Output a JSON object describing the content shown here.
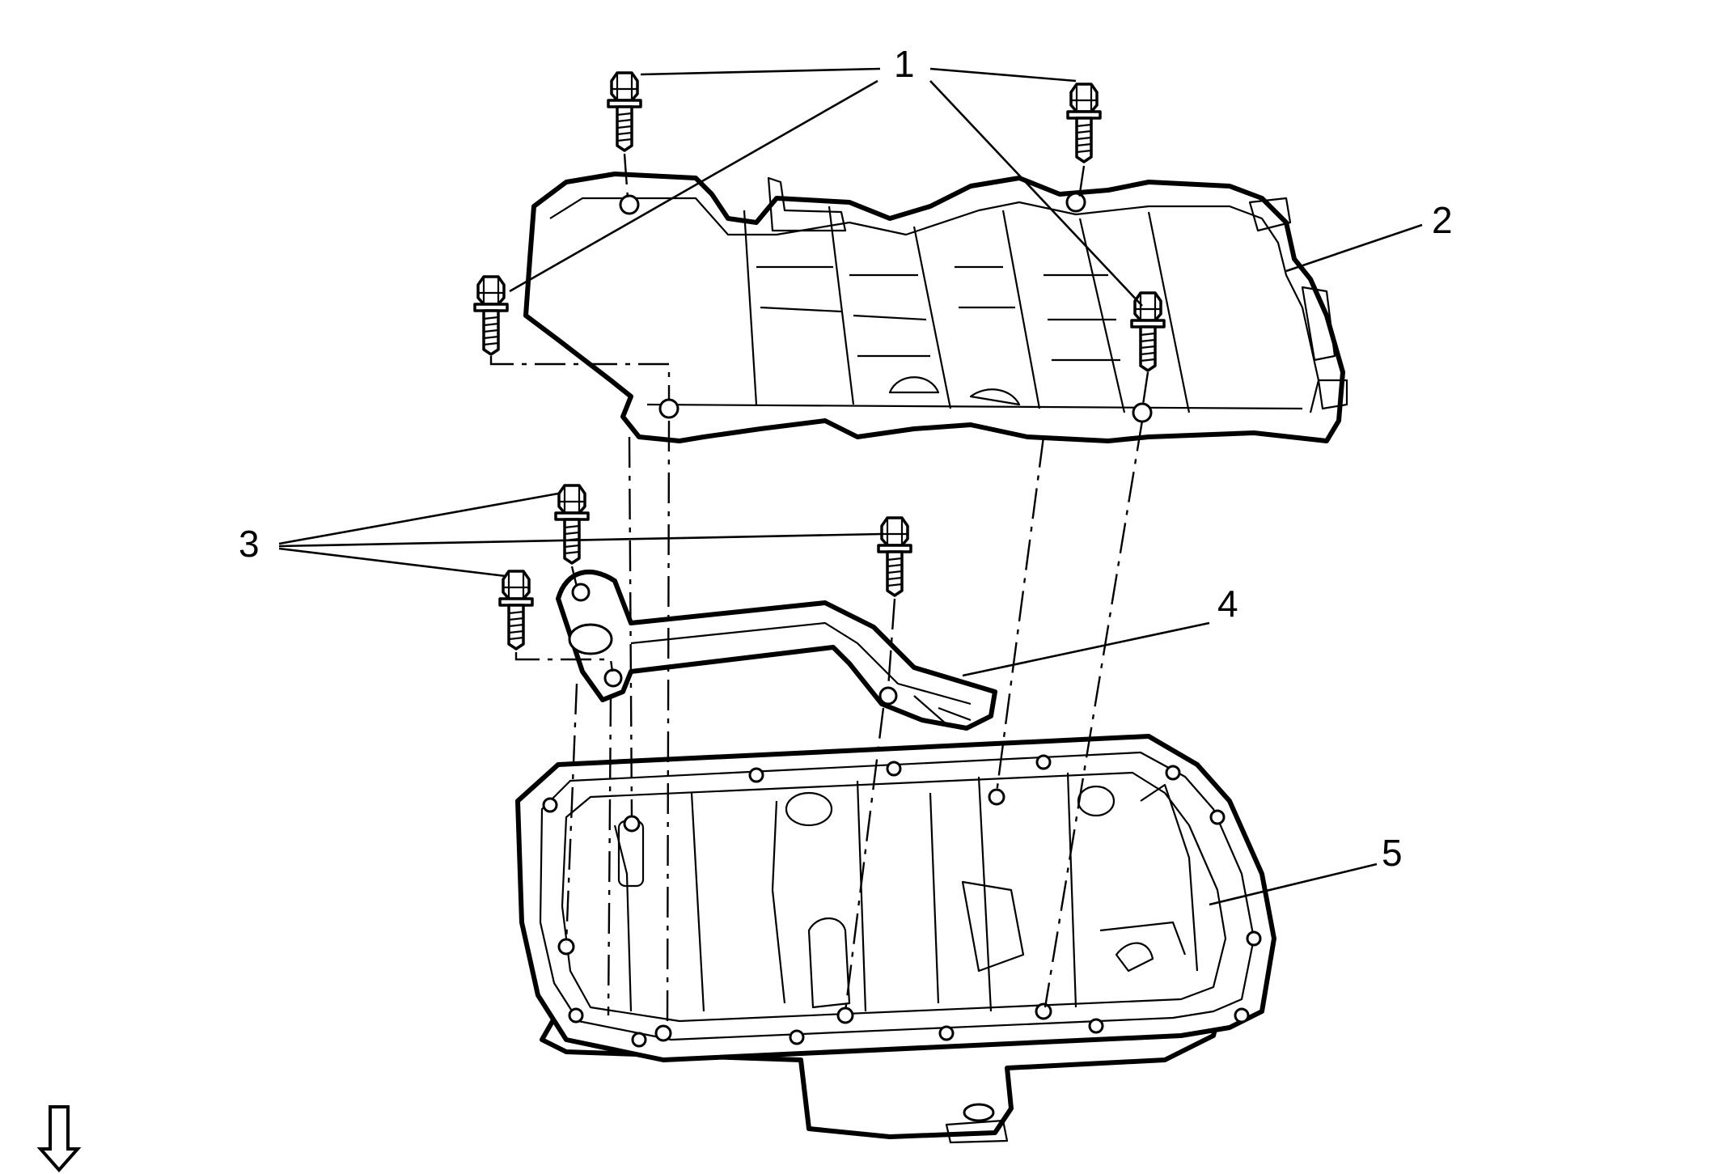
{
  "callouts": {
    "c1": "1",
    "c2": "2",
    "c3": "3",
    "c4": "4",
    "c5": "5"
  },
  "view_arrow_icon": "down-arrow-icon"
}
